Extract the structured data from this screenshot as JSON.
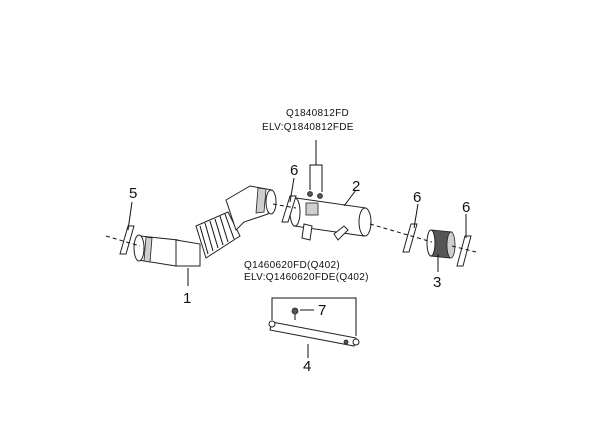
{
  "callouts": {
    "n1": "1",
    "n2": "2",
    "n3": "3",
    "n4": "4",
    "n5": "5",
    "n6a": "6",
    "n6b": "6",
    "n6c": "6",
    "n7": "7"
  },
  "codes": {
    "top_line1": "Q1840812FD",
    "top_line2": "ELV:Q1840812FDE",
    "mid_line1": "Q1460620FD(Q402)",
    "mid_line2": "ELV:Q1460620FDE(Q402)"
  }
}
